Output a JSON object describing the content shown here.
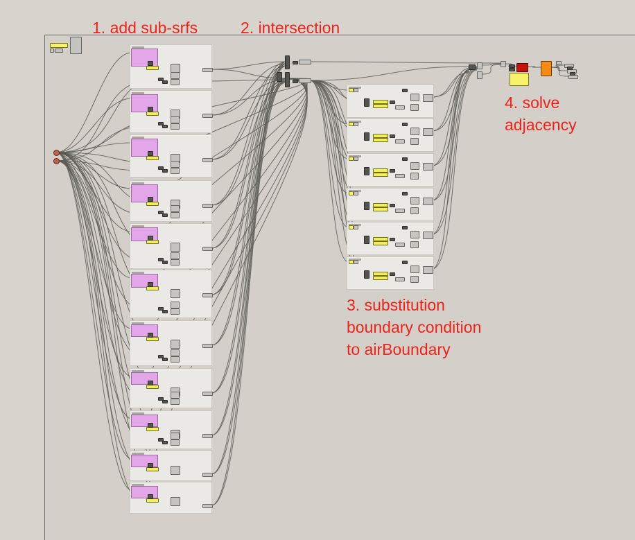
{
  "annotations": {
    "step1": "1. add sub-srfs",
    "step2": "2. intersection",
    "step3_line1": "3. substitution",
    "step3_line2": "boundary condition",
    "step3_line3": "to airBoundary",
    "step4_line1": "4. solve",
    "step4_line2": "adjacency"
  },
  "colors": {
    "annotation_text": "#e8241b",
    "canvas": "#d4d0c9",
    "group_fill": "#ebe9e5",
    "wire": "#5a5955",
    "component_pink": "#e49ee8",
    "component_yellow": "#f2ef5a",
    "component_red": "#c3130f",
    "component_orange": "#f58a16"
  },
  "canvas": {
    "editor": "Grasshopper definition canvas",
    "input_params": 2,
    "subsurface_groups": 11,
    "airboundary_groups": 6
  }
}
